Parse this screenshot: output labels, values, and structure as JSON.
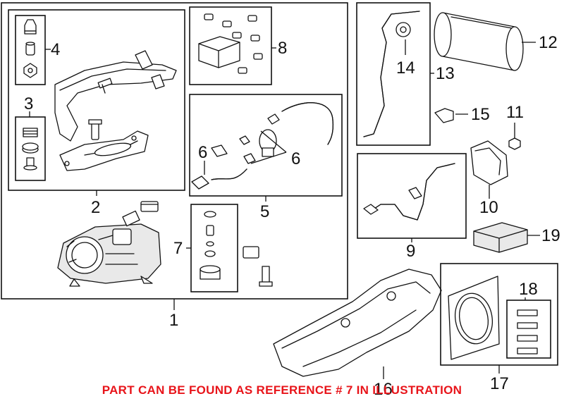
{
  "callouts": {
    "c1": "1",
    "c2": "2",
    "c3": "3",
    "c4": "4",
    "c5": "5",
    "c6a": "6",
    "c6b": "6",
    "c7": "7",
    "c8": "8",
    "c9": "9",
    "c10": "10",
    "c11": "11",
    "c12": "12",
    "c13": "13",
    "c14": "14",
    "c15": "15",
    "c16": "16",
    "c17": "17",
    "c18": "18",
    "c19": "19"
  },
  "note": "PART CAN BE FOUND AS REFERENCE # 7 IN ILLUSTRATION",
  "colors": {
    "note": "#e8141a",
    "line": "#111111",
    "background": "#ffffff"
  }
}
